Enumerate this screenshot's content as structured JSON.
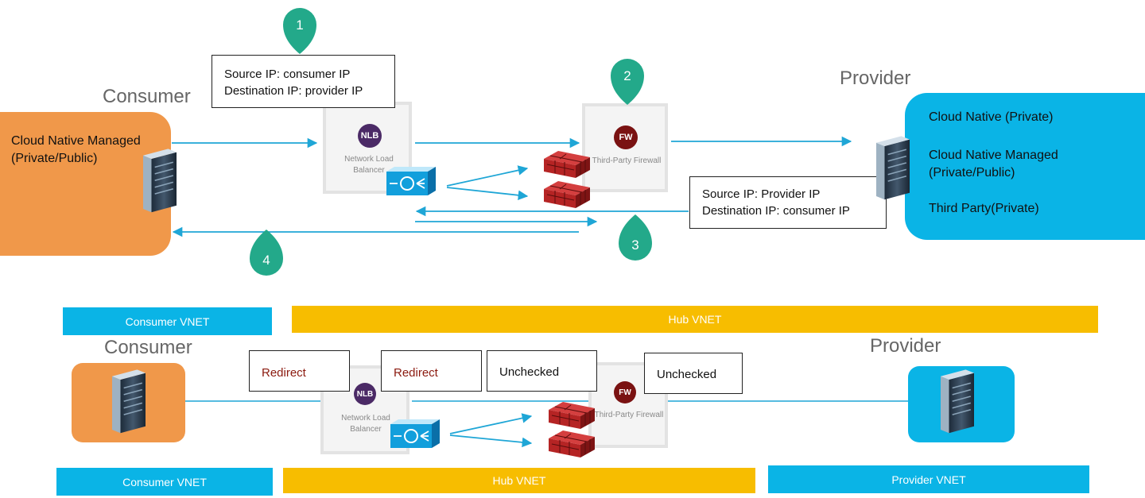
{
  "top": {
    "consumer_title": "Consumer",
    "provider_title": "Provider",
    "consumer_box": "Cloud Native Managed (Private/Public)",
    "provider_items": [
      "Cloud Native (Private)",
      "Cloud Native Managed (Private/Public)",
      "Third Party(Private)"
    ],
    "request_note": {
      "line1": "Source IP: consumer IP",
      "line2": "Destination IP: provider IP"
    },
    "response_note": {
      "line1": "Source IP: Provider IP",
      "line2": "Destination IP: consumer IP"
    },
    "nlb": {
      "badge": "NLB",
      "label": "Network Load Balancer"
    },
    "fw": {
      "badge": "FW",
      "label": "Third-Party Firewall"
    },
    "steps": [
      "1",
      "2",
      "3",
      "4"
    ]
  },
  "bands": {
    "consumer_vnet": "Consumer VNET",
    "hub_vnet": "Hub VNET",
    "provider_vnet": "Provider VNET"
  },
  "bottom": {
    "consumer_title": "Consumer",
    "provider_title": "Provider",
    "labels": [
      "Redirect",
      "Redirect",
      "Unchecked",
      "Unchecked"
    ],
    "nlb": {
      "badge": "NLB",
      "label": "Network Load Balancer"
    },
    "fw": {
      "badge": "FW",
      "label": "Third-Party Firewall"
    }
  },
  "colors": {
    "consumer": "#f0984a",
    "provider": "#0ab4e6",
    "hub": "#f7bd00",
    "marker": "#23a98a",
    "arrow": "#1fa6d6"
  }
}
